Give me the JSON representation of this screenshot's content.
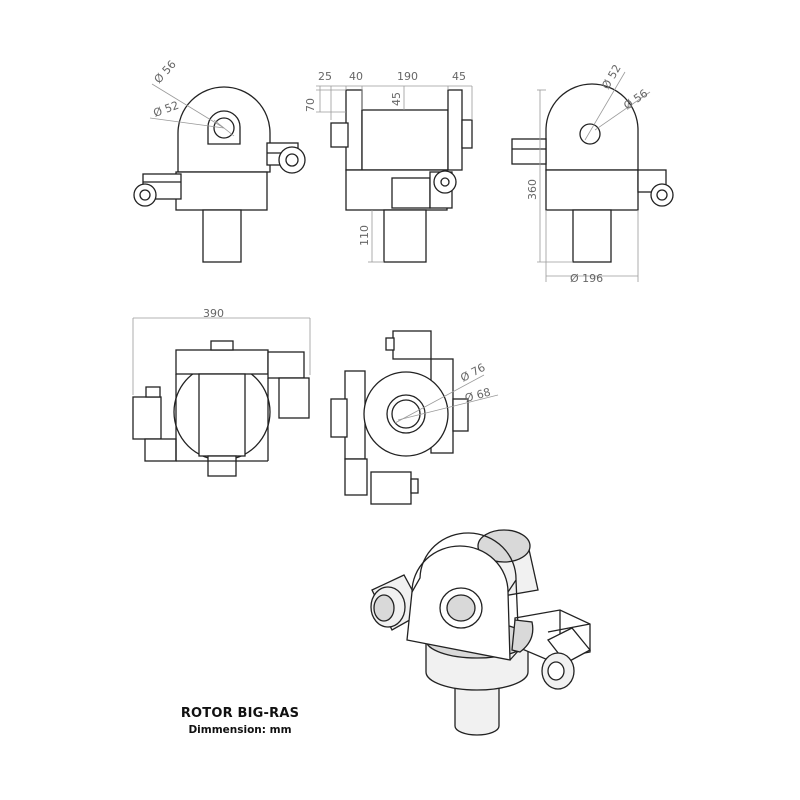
{
  "title": "ROTOR BIG-RAS",
  "subtitle": "Dimmension: mm",
  "dimensions": {
    "side_left": {
      "outer_dia": "Ø 56",
      "inner_dia": "Ø 52"
    },
    "front": {
      "d25": "25",
      "d40": "40",
      "d190": "190",
      "d45": "45",
      "d70": "70",
      "d45v": "45",
      "d110": "110"
    },
    "side_right": {
      "d52": "Ø 52",
      "d56": "Ø 56",
      "h360": "360",
      "w196": "Ø 196"
    },
    "top_left": {
      "w390": "390"
    },
    "top_right": {
      "d76": "Ø 76",
      "d68": "Ø 68"
    }
  }
}
